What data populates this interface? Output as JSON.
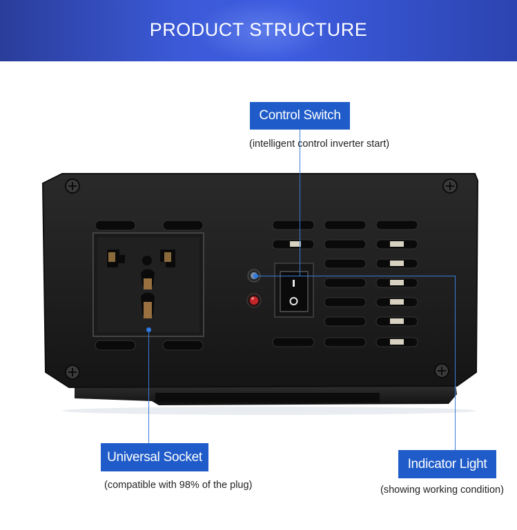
{
  "header": {
    "title": "PRODUCT STRUCTURE"
  },
  "callouts": {
    "control_switch": {
      "label": "Control Switch",
      "note": "(intelligent control inverter start)"
    },
    "universal_socket": {
      "label": "Universal Socket",
      "note": "(compatible with 98% of the plug)"
    },
    "indicator_light": {
      "label": "Indicator Light",
      "note": "(showing working condition)"
    }
  },
  "colors": {
    "banner": "#3c5ad8",
    "callout": "#1f5cc9",
    "leader": "#3a7fd8",
    "case": "#1c1c1c"
  },
  "icons": [
    "screw-icon",
    "power-switch-icon",
    "led-icon",
    "socket-icon"
  ]
}
